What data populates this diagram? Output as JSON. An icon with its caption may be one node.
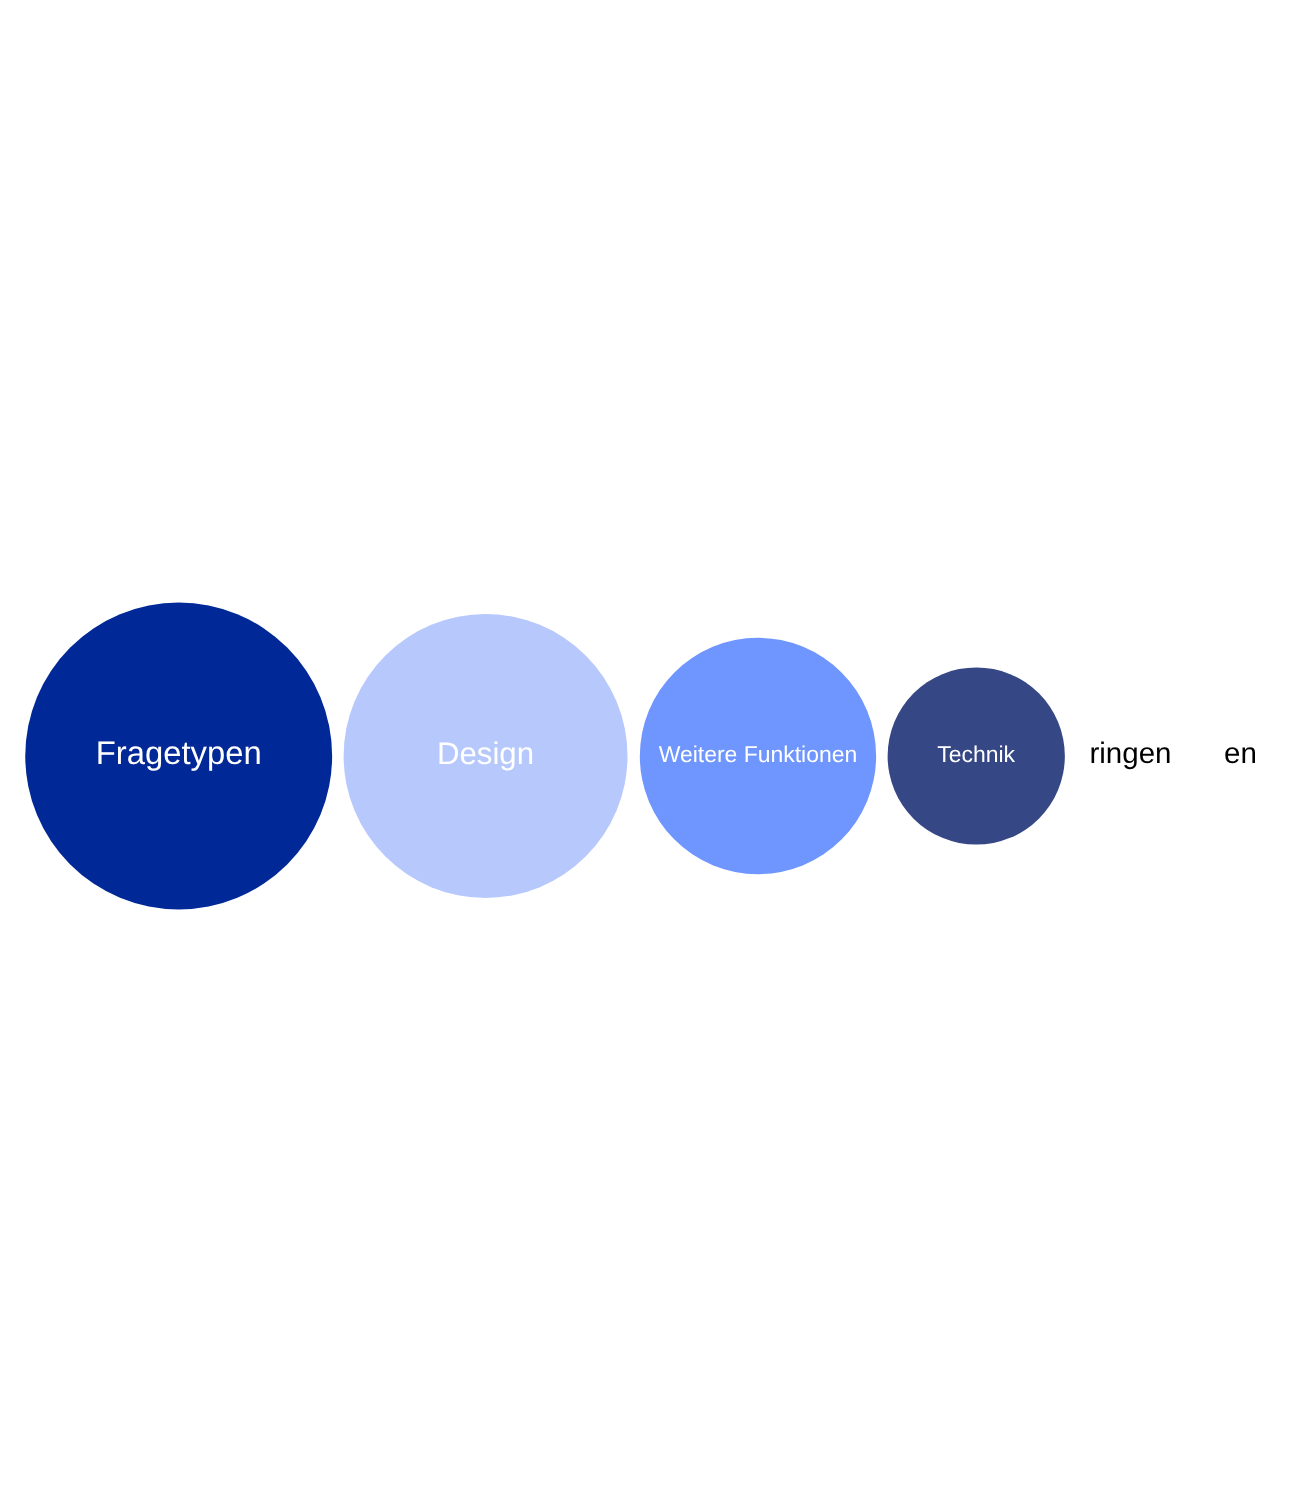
{
  "diagram": {
    "nodes": [
      {
        "text": [
          "Fragetypen"
        ]
      },
      {
        "text": [
          "Design"
        ]
      },
      {
        "text": [
          "Weitere Funktionen"
        ]
      },
      {
        "text": [
          "Technik"
        ]
      }
    ],
    "edges": [],
    "labels": [
      "ringen",
      "en"
    ]
  }
}
